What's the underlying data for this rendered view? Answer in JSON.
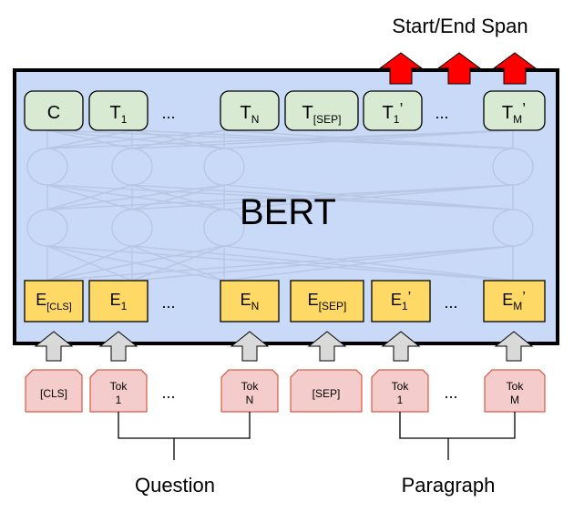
{
  "title": "Start/End Span",
  "model_label": "BERT",
  "ellipsis": "...",
  "outputs": [
    {
      "main": "C",
      "sub": "",
      "prime": ""
    },
    {
      "main": "T",
      "sub": "1",
      "prime": ""
    },
    {
      "main": "T",
      "sub": "N",
      "prime": ""
    },
    {
      "main": "T",
      "sub": "[SEP]",
      "prime": ""
    },
    {
      "main": "T",
      "sub": "1",
      "prime": "’"
    },
    {
      "main": "T",
      "sub": "M",
      "prime": "’"
    }
  ],
  "embeddings": [
    {
      "main": "E",
      "sub": "[CLS]",
      "prime": ""
    },
    {
      "main": "E",
      "sub": "1",
      "prime": ""
    },
    {
      "main": "E",
      "sub": "N",
      "prime": ""
    },
    {
      "main": "E",
      "sub": "[SEP]",
      "prime": ""
    },
    {
      "main": "E",
      "sub": "1",
      "prime": "’"
    },
    {
      "main": "E",
      "sub": "M",
      "prime": "’"
    }
  ],
  "tokens": [
    {
      "line1": "[CLS]",
      "line2": ""
    },
    {
      "line1": "Tok",
      "line2": "1"
    },
    {
      "line1": "Tok",
      "line2": "N"
    },
    {
      "line1": "[SEP]",
      "line2": ""
    },
    {
      "line1": "Tok",
      "line2": "1"
    },
    {
      "line1": "Tok",
      "line2": "M"
    }
  ],
  "groups": {
    "question": "Question",
    "paragraph": "Paragraph"
  },
  "colors": {
    "model_bg": "#c9daf8",
    "output_fill": "#d9ead3",
    "embed_fill": "#ffd966",
    "token_fill": "#f4cccc",
    "token_stroke": "#cc4125",
    "arrow_red": "#ff0000",
    "arrow_gray": "#d9d9d9"
  }
}
